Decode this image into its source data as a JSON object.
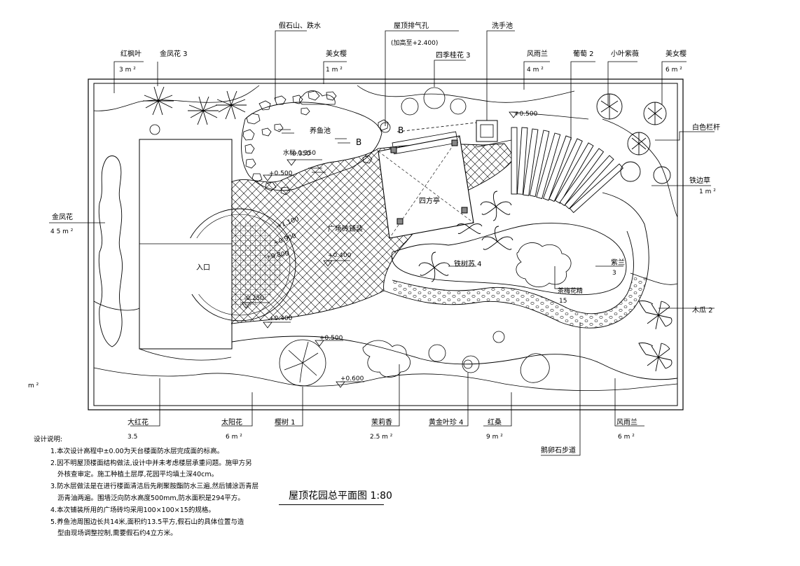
{
  "title": "屋顶花园总平面图 1:80",
  "loose_unit": "m ²",
  "labels": {
    "hongfengye": {
      "name": "红枫叶",
      "area": "3 m ²"
    },
    "jinfenghua3": {
      "name": "金凤花 3"
    },
    "jiashishan": {
      "name": "假石山、跌水"
    },
    "meinvying1": {
      "name": "美女樱",
      "area": "1 m ²"
    },
    "vent": {
      "name": "屋顶排气孔",
      "sub": "(加高至+2.400)"
    },
    "siji": {
      "name": "四季桂花 3"
    },
    "xishouchi": {
      "name": "洗手池"
    },
    "fengyulan1": {
      "name": "风雨兰",
      "area": "4 m ²"
    },
    "putao": {
      "name": "葡萄 2"
    },
    "xiaoyezisu": {
      "name": "小叶紫薇"
    },
    "meinvying2": {
      "name": "美女樱",
      "area": "6 m ²"
    },
    "railing": {
      "name": "白色栏杆"
    },
    "tiexiancao": {
      "name": "铁边草",
      "area": "1 m ²"
    },
    "jinfenghua45": {
      "name": "金凤花",
      "area": "4 5 m ²"
    },
    "entry": {
      "name": "入口"
    },
    "pond": {
      "name": "养鱼池"
    },
    "water_level": {
      "name": "水标-0.350"
    },
    "pavilion": {
      "name": "四方亭"
    },
    "plaza": {
      "name": "广场砖铺装"
    },
    "tieshu": {
      "name": "铁树苏 4"
    },
    "zhilan": {
      "name": "紫兰",
      "area": "3"
    },
    "wanshoujian": {
      "name": "茶梅花精",
      "area": "15"
    },
    "mugua": {
      "name": "木瓜 2"
    },
    "dahonghua": {
      "name": "大红花",
      "area": "3.5"
    },
    "taiyanghua": {
      "name": "太阳花",
      "area": "6 m ²"
    },
    "yingshu": {
      "name": "樱树 1"
    },
    "molixiang": {
      "name": "茉莉香",
      "area": "2.5 m ²"
    },
    "huangjinyezhen": {
      "name": "黄金叶珍 4"
    },
    "hongsang": {
      "name": "红桑",
      "area": "9 m ²"
    },
    "elu": {
      "name": "鹅卵石步道"
    },
    "fengyulan2": {
      "name": "风雨兰",
      "area": "6 m ²"
    }
  },
  "elevations": {
    "e500a": "+0.500",
    "e500b": "+0.500",
    "e500c": "+0.500",
    "e400a": "+0.400",
    "e400b": "+0.400",
    "e350": "-0.350",
    "e250": "-0.250",
    "e600": "+0.600",
    "e_b1": "+1.100",
    "e_b2": "+0.900",
    "e_b3": "+0.800"
  },
  "markers": {
    "b1": "B",
    "b2": "B"
  },
  "notes": {
    "title": "设计说明:",
    "items": [
      "1.本次设计高程中±0.00为天台楼面防水层完成面的标高。",
      "2.因不明屋顶楼面结构做法,设计中并未考虑楼层承重问题。施甲方另",
      "外核查审定。施工种植土层厚,花园平均填土深40cm。",
      "3.防水层做法是在进行楼面清洁后先刷聚胺酯防水三遍,然后铺涂沥青层",
      "沥青油两遍。围墙泛向防水高度500mm,防水面积是294平方。",
      "4.本次铺装所用的广场砖均采用100×100×15的规格。",
      "5.养鱼池周围边长共14米,面积约13.5平方,假石山的具体位置与造",
      "型由现场调整控制,需要假石约4立方米。"
    ]
  }
}
